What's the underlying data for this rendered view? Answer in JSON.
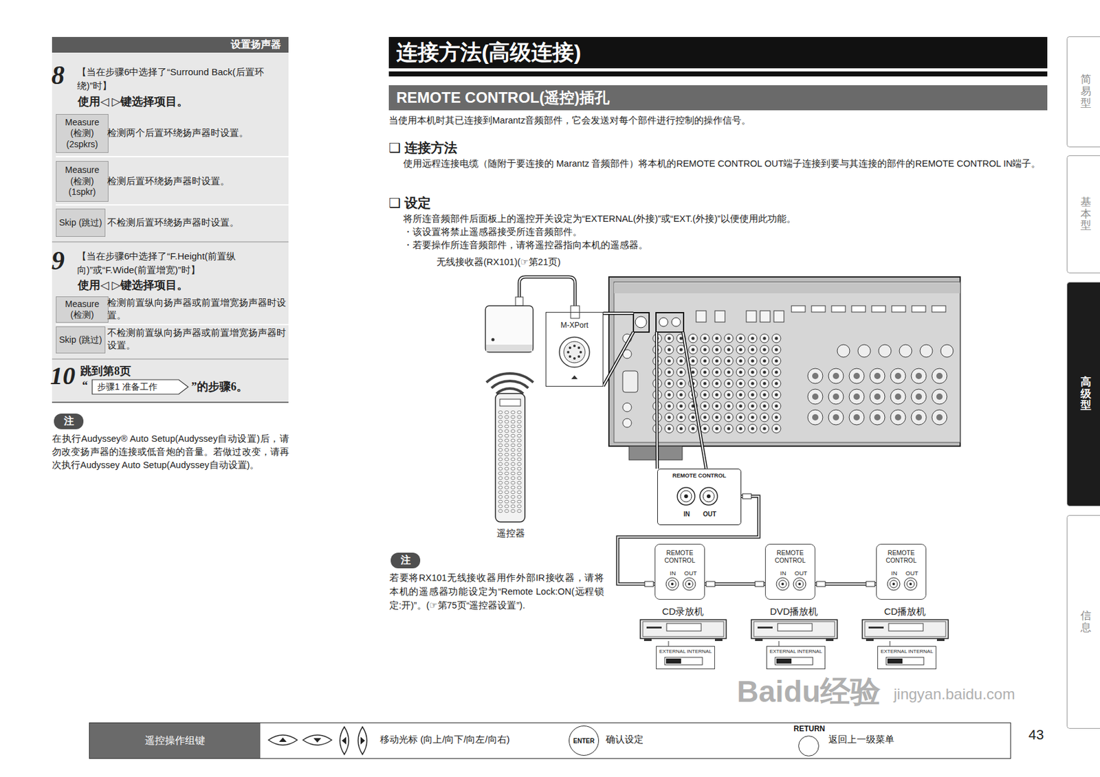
{
  "diagram": {
    "nodes": [
      {
        "text": [
          "设置扬声器"
        ]
      },
      {
        "text": [
          "Measure (检测) (2spkrs)"
        ]
      },
      {
        "text": [
          "Measure (检测) (1spkr)"
        ]
      },
      {
        "text": [
          "Skip (跳过)"
        ]
      },
      {
        "text": [
          "Measure (检测)"
        ]
      },
      {
        "text": [
          "Skip (跳过)"
        ]
      },
      {
        "text": [
          "步骤1 准备工作"
        ]
      },
      {
        "text": [
          "注"
        ]
      },
      {
        "text": [
          "连接方法(高级连接)"
        ]
      },
      {
        "text": [
          "REMOTE CONTROL(遥控)插孔"
        ]
      },
      {
        "text": [
          "M-XPort"
        ]
      },
      {
        "text": [
          "REMOTE CONTROL",
          "IN",
          "OUT"
        ]
      },
      {
        "text": [
          "注"
        ]
      },
      {
        "text": [
          "REMOTE CONTROL",
          "IN",
          "OUT"
        ]
      },
      {
        "text": [
          "REMOTE CONTROL",
          "IN",
          "OUT"
        ]
      },
      {
        "text": [
          "REMOTE CONTROL",
          "IN",
          "OUT"
        ]
      },
      {
        "text": [
          "EXTERNAL INTERNAL"
        ]
      },
      {
        "text": [
          "EXTERNAL INTERNAL"
        ]
      },
      {
        "text": [
          "EXTERNAL INTERNAL"
        ]
      },
      {
        "text": [
          "简易型"
        ]
      },
      {
        "text": [
          "基本型"
        ]
      },
      {
        "text": [
          "高级型"
        ]
      },
      {
        "text": [
          "信息"
        ]
      },
      {
        "text": [
          "移动光标 (向上/向下/向左/向右)",
          "确认设定",
          "返回上一级菜单"
        ]
      },
      {
        "text": [
          "遥控操作组键"
        ],
        "in": 23
      },
      {
        "text": [
          "ENTER"
        ],
        "in": 23
      },
      {
        "text": [
          "RETURN"
        ],
        "in": 23
      }
    ],
    "edges": [
      {
        "from": 11,
        "to": 13,
        "arrow": "none"
      },
      {
        "from": 13,
        "to": 14,
        "arrow": "none"
      },
      {
        "from": 14,
        "to": 15,
        "arrow": "none"
      }
    ],
    "labels": [
      "8",
      "【当在步骤6中选择了“Surround Back(后置环绕)”时】",
      "使用◁ ▷键选择项目。",
      "检测两个后置环绕扬声器时设置。",
      "检测后置环绕扬声器时设置。",
      "不检测后置环绕扬声器时设置。",
      "9",
      "【当在步骤6中选择了“F.Height(前置纵向)”或“F.Wide(前置增宽)”时】",
      "使用◁ ▷键选择项目。",
      "检测前置纵向扬声器或前置增宽扬声器时设置。",
      "不检测前置纵向扬声器或前置增宽扬声器时设置。",
      "10",
      "跳到第8页",
      "“",
      "”的步骤6。",
      "在执行Audyssey® Auto Setup(Audyssey自动设置)后，请勿改变扬声器的连接或低音炮的音量。若做过改变，请再次执行Audyssey Auto Setup(Audyssey自动设置)。",
      "当使用本机时其已连接到Marantz音频部件，它会发送对每个部件进行控制的操作信号。",
      "❑ 连接方法",
      "使用远程连接电缆（随附于要连接的 Marantz 音频部件）将本机的REMOTE CONTROL OUT端子连接到要与其连接的部件的REMOTE CONTROL IN端子。",
      "❑ 设定",
      "将所连音频部件后面板上的遥控开关设定为“EXTERNAL(外接)”或“EXT.(外接)”以便使用此功能。",
      "・该设置将禁止遥感器接受所连音频部件。",
      "・若要操作所连音频部件，请将遥控器指向本机的遥感器。",
      "无线接收器(RX101)(☞第21页)",
      "遥控器",
      "若要将RX101无线接收器用作外部IR接收器，请将本机的遥感器功能设定为“Remote Lock:ON(远程锁定:开)”。(☞第75页“遥控器设置”).",
      "CD录放机",
      "DVD播放机",
      "CD播放机",
      "43",
      "Baidu经验",
      "jingyan.baidu.com"
    ]
  }
}
